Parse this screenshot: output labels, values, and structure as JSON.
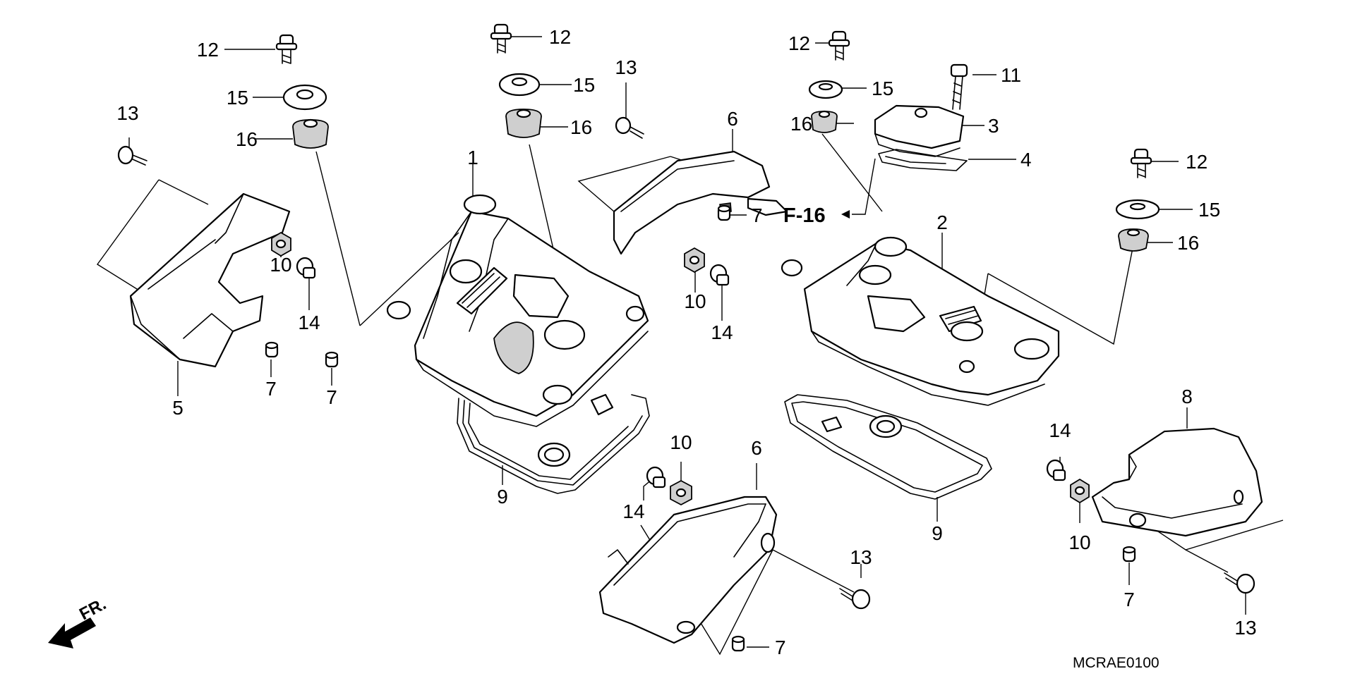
{
  "diagram_code": "MCRAE0100",
  "reference": "F-16",
  "front_label": "FR.",
  "callouts": {
    "c1": "1",
    "c2": "2",
    "c3": "3",
    "c4": "4",
    "c5": "5",
    "c6a": "6",
    "c6b": "6",
    "c7a": "7",
    "c7b": "7",
    "c7c": "7",
    "c7d": "7",
    "c7e": "7",
    "c8": "8",
    "c9a": "9",
    "c9b": "9",
    "c10a": "10",
    "c10b": "10",
    "c10c": "10",
    "c10d": "10",
    "c11": "11",
    "c12a": "12",
    "c12b": "12",
    "c12c": "12",
    "c12d": "12",
    "c13a": "13",
    "c13b": "13",
    "c13c": "13",
    "c13d": "13",
    "c14a": "14",
    "c14b": "14",
    "c14c": "14",
    "c14d": "14",
    "c15a": "15",
    "c15b": "15",
    "c15c": "15",
    "c15d": "15",
    "c16a": "16",
    "c16b": "16",
    "c16c": "16",
    "c16d": "16"
  }
}
